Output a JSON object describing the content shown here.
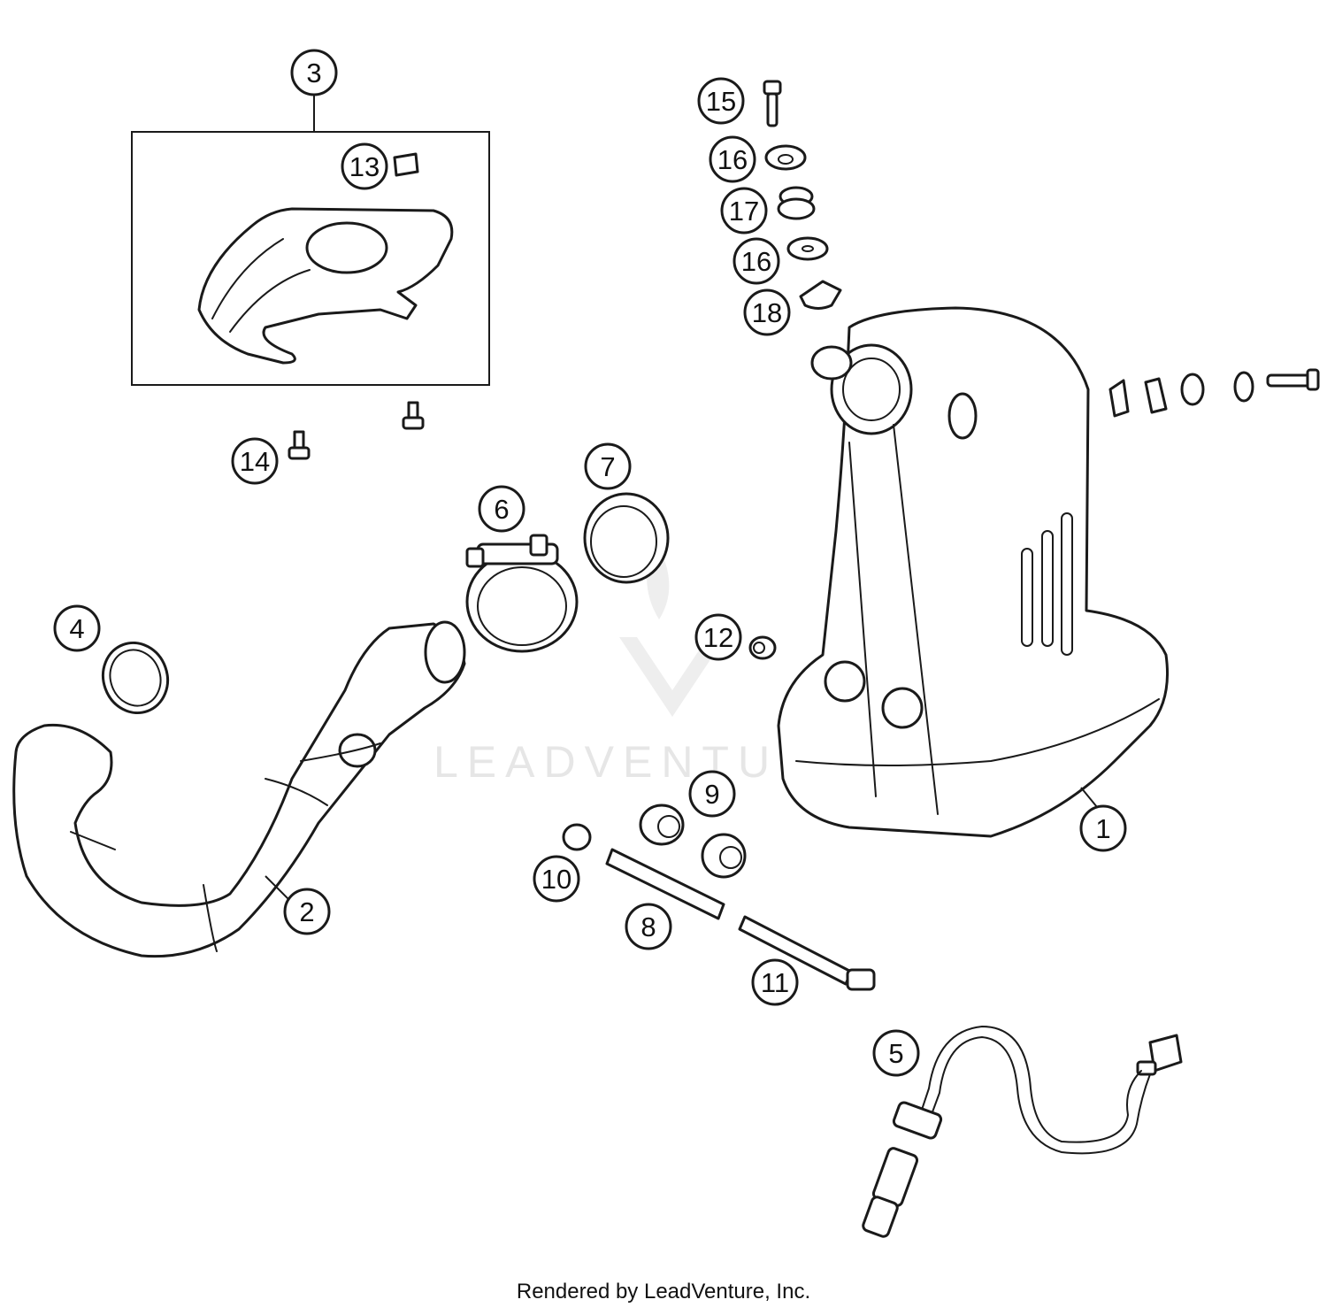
{
  "callouts": {
    "c1": "1",
    "c2": "2",
    "c3": "3",
    "c4": "4",
    "c5": "5",
    "c6": "6",
    "c7": "7",
    "c8": "8",
    "c9": "9",
    "c10": "10",
    "c11": "11",
    "c12": "12",
    "c13": "13",
    "c14": "14",
    "c15": "15",
    "c16a": "16",
    "c16b": "16",
    "c17": "17",
    "c18": "18"
  },
  "watermark": "LEADVENTURE",
  "footer": "Rendered by LeadVenture, Inc."
}
